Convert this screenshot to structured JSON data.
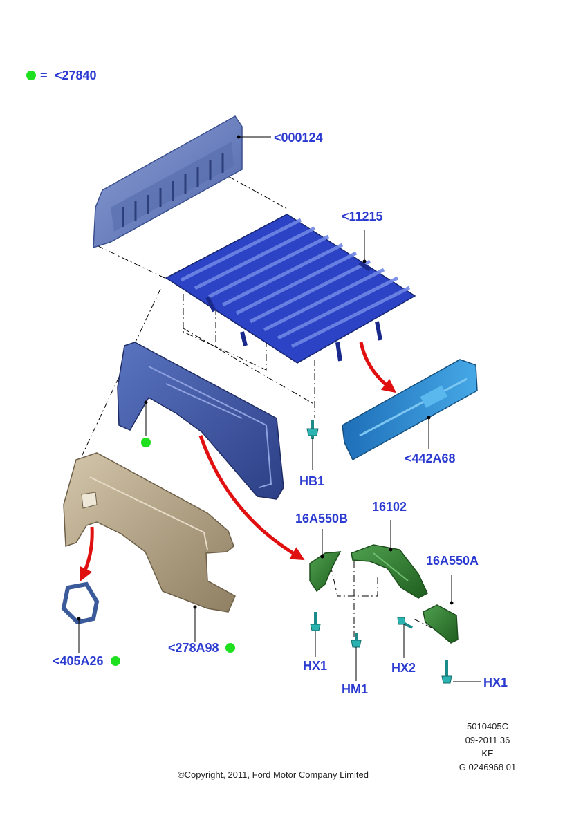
{
  "legend": {
    "marker_color": "#1ee01e",
    "equals": "=",
    "text": "<27840"
  },
  "callouts": {
    "tailgate": "<000124",
    "floor_frame": "<11215",
    "front_panel": "<442A68",
    "bolt_hb1": "HB1",
    "inner_panel_dot": "",
    "bracket_left": "16A550B",
    "wheelhouse": "16102",
    "bracket_right": "16A550A",
    "screw_hx1_left": "HX1",
    "screw_hm1": "HM1",
    "screw_hx2": "HX2",
    "screw_hx1_right": "HX1",
    "lamp_bracket": "<405A26",
    "outer_fender": "<278A98"
  },
  "colors": {
    "callout_text": "#2b3bd0",
    "green_marker": "#1ee01e",
    "arrow_red": "#e01010",
    "tailgate_blue": "#6f86c4",
    "frame_blue": "#1f35b8",
    "panel_cyan": "#2f8fd6",
    "fender_tan": "#b8a88c",
    "wheelhouse_green": "#2e7d2e",
    "fastener_teal": "#2ab3b0"
  },
  "footer": {
    "ref_code": "5010405C",
    "date_code": "09-2011 36",
    "region": "KE",
    "drawing_no": "G 0246968 01",
    "copyright": "©Copyright, 2011, Ford Motor Company Limited"
  }
}
